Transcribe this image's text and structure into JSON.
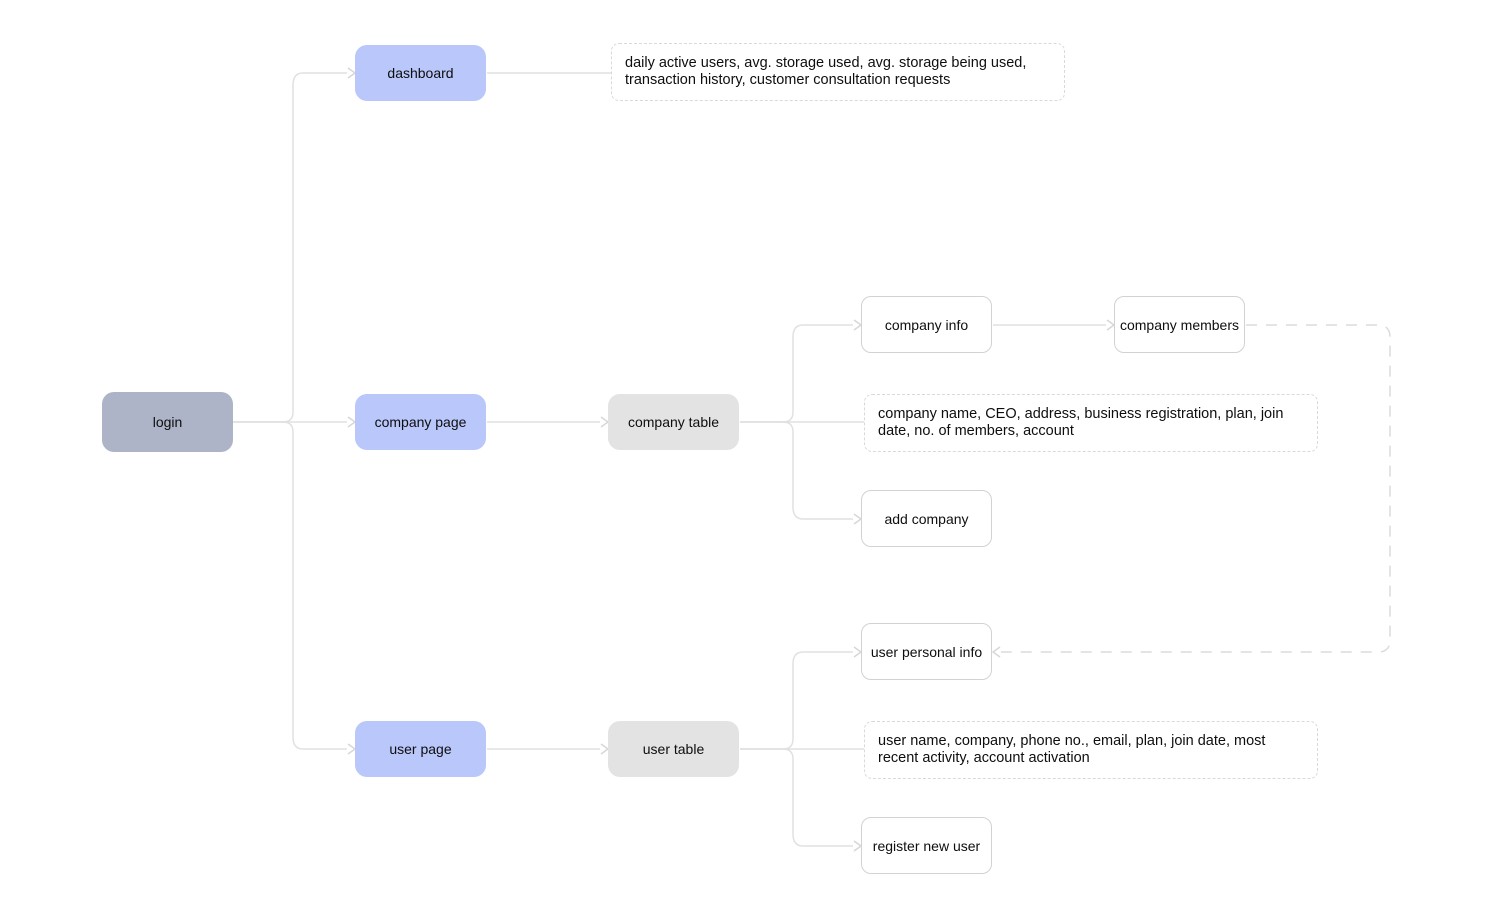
{
  "colors": {
    "background": "#ffffff",
    "root_node_fill": "#aeb4c7",
    "page_node_fill": "#b9c7fa",
    "table_node_fill": "#e3e3e3",
    "plain_node_border": "#d2d2d2",
    "connector": "#e1e1e1",
    "dashed_connector": "#dcdcdc",
    "text": "#0e0e0e"
  },
  "diagram": {
    "nodes": {
      "login": {
        "label": "login",
        "type": "root"
      },
      "dashboard": {
        "label": "dashboard",
        "type": "page"
      },
      "dashboard_details": {
        "label": "daily active users, avg. storage used, avg. storage being used, transaction history, customer consultation requests",
        "type": "note"
      },
      "company_page": {
        "label": "company page",
        "type": "page"
      },
      "company_table": {
        "label": "company table",
        "type": "table"
      },
      "company_info": {
        "label": "company info",
        "type": "plain"
      },
      "company_members": {
        "label": "company members",
        "type": "plain"
      },
      "company_fields": {
        "label": "company name, CEO, address, business registration, plan, join date, no. of members, account",
        "type": "note"
      },
      "add_company": {
        "label": "add company",
        "type": "plain"
      },
      "user_page": {
        "label": "user page",
        "type": "page"
      },
      "user_table": {
        "label": "user table",
        "type": "table"
      },
      "user_personal_info": {
        "label": "user personal info",
        "type": "plain"
      },
      "user_fields": {
        "label": "user name, company, phone no., email, plan, join date, most recent activity, account activation",
        "type": "note"
      },
      "register_new_user": {
        "label": "register new user",
        "type": "plain"
      }
    },
    "edges": [
      {
        "from": "login",
        "to": "dashboard",
        "style": "solid",
        "arrow": true
      },
      {
        "from": "login",
        "to": "company_page",
        "style": "solid",
        "arrow": true
      },
      {
        "from": "login",
        "to": "user_page",
        "style": "solid",
        "arrow": true
      },
      {
        "from": "dashboard",
        "to": "dashboard_details",
        "style": "solid",
        "arrow": false
      },
      {
        "from": "company_page",
        "to": "company_table",
        "style": "solid",
        "arrow": true
      },
      {
        "from": "company_table",
        "to": "company_info",
        "style": "solid",
        "arrow": true
      },
      {
        "from": "company_table",
        "to": "company_fields",
        "style": "solid",
        "arrow": false
      },
      {
        "from": "company_table",
        "to": "add_company",
        "style": "solid",
        "arrow": true
      },
      {
        "from": "company_info",
        "to": "company_members",
        "style": "solid",
        "arrow": true
      },
      {
        "from": "company_members",
        "to": "user_personal_info",
        "style": "dashed",
        "arrow": true
      },
      {
        "from": "user_page",
        "to": "user_table",
        "style": "solid",
        "arrow": true
      },
      {
        "from": "user_table",
        "to": "user_personal_info",
        "style": "solid",
        "arrow": true
      },
      {
        "from": "user_table",
        "to": "user_fields",
        "style": "solid",
        "arrow": false
      },
      {
        "from": "user_table",
        "to": "register_new_user",
        "style": "solid",
        "arrow": true
      }
    ]
  }
}
